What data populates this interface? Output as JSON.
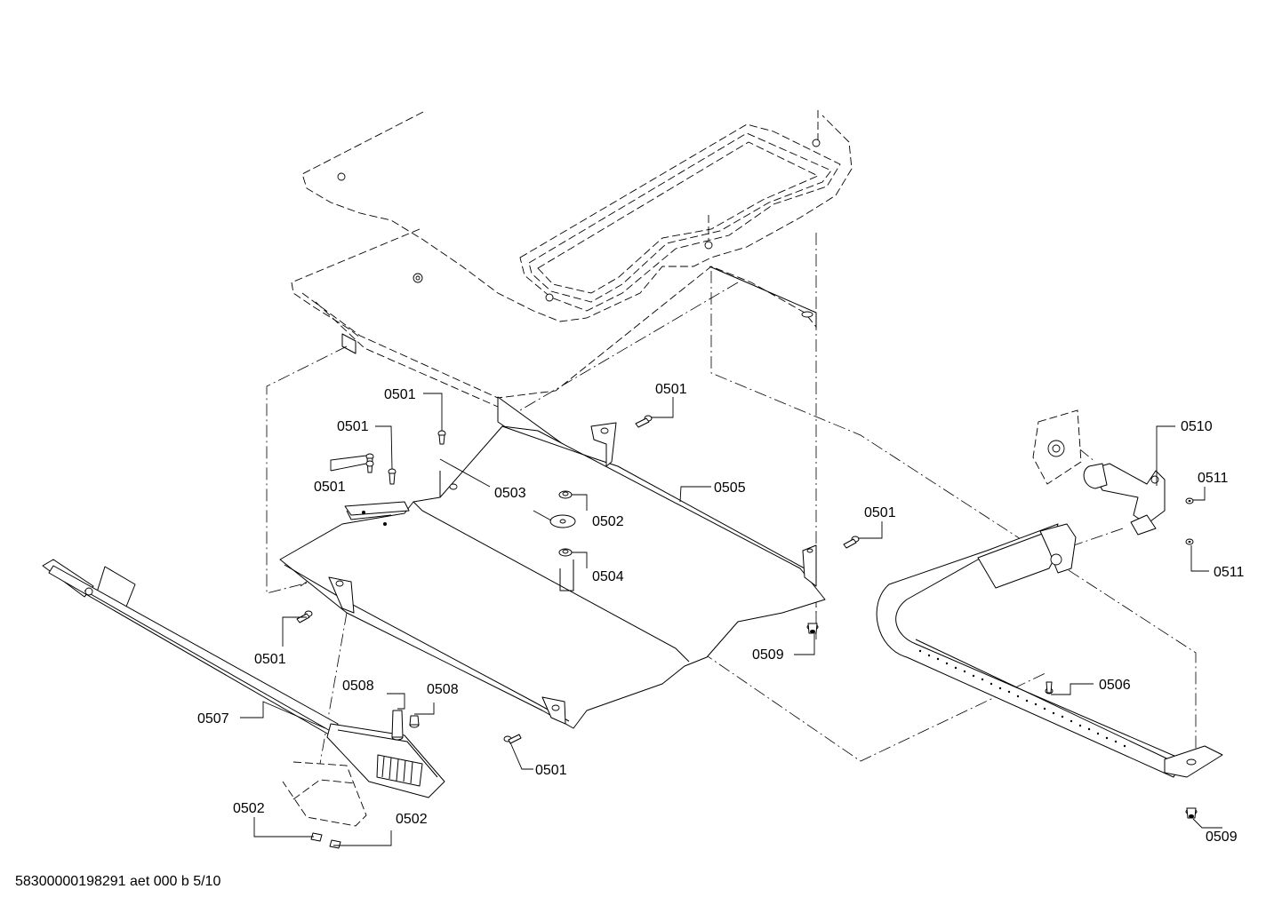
{
  "drawing": {
    "footer_text": "58300000198291 aet 000 b 5/10"
  },
  "callouts": {
    "c0501_top": "0501",
    "c0501_left_a": "0501",
    "c0501_left_b": "0501",
    "c0501_mid": "0501",
    "c0501_right": "0501",
    "c0501_lower_left": "0501",
    "c0501_bottom": "0501",
    "c0502_mid": "0502",
    "c0502_bottom_left": "0502",
    "c0502_bottom_right": "0502",
    "c0503": "0503",
    "c0504": "0504",
    "c0505": "0505",
    "c0506": "0506",
    "c0507": "0507",
    "c0508_a": "0508",
    "c0508_b": "0508",
    "c0509_mid": "0509",
    "c0509_right": "0509",
    "c0510": "0510",
    "c0511_a": "0511",
    "c0511_b": "0511"
  }
}
